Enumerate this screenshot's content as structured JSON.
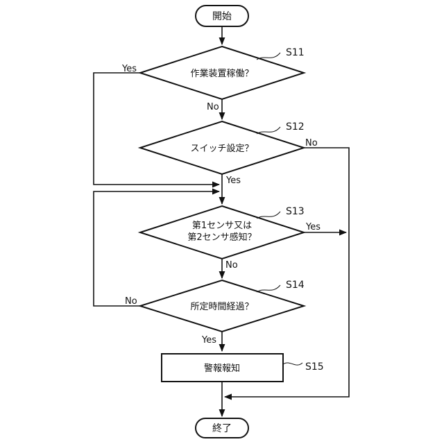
{
  "flowchart": {
    "start": {
      "label": "開始"
    },
    "end": {
      "label": "終了"
    },
    "steps": {
      "s11": {
        "id": "S11",
        "text": [
          "作業装置稼働？"
        ]
      },
      "s12": {
        "id": "S12",
        "text": [
          "スイッチ設定？"
        ]
      },
      "s13": {
        "id": "S13",
        "text": [
          "第1センサ又は",
          "第2センサ感知？"
        ]
      },
      "s14": {
        "id": "S14",
        "text": [
          "所定時間経過？"
        ]
      },
      "s15": {
        "id": "S15",
        "text": [
          "警報報知"
        ]
      }
    },
    "branch_labels": {
      "s11_yes": "Yes",
      "s11_no": "No",
      "s12_no": "No",
      "s12_yes": "Yes",
      "s13_yes": "Yes",
      "s13_no": "No",
      "s14_no": "No",
      "s14_yes": "Yes"
    }
  },
  "colors": {
    "stroke": "#111111",
    "background": "#ffffff"
  }
}
